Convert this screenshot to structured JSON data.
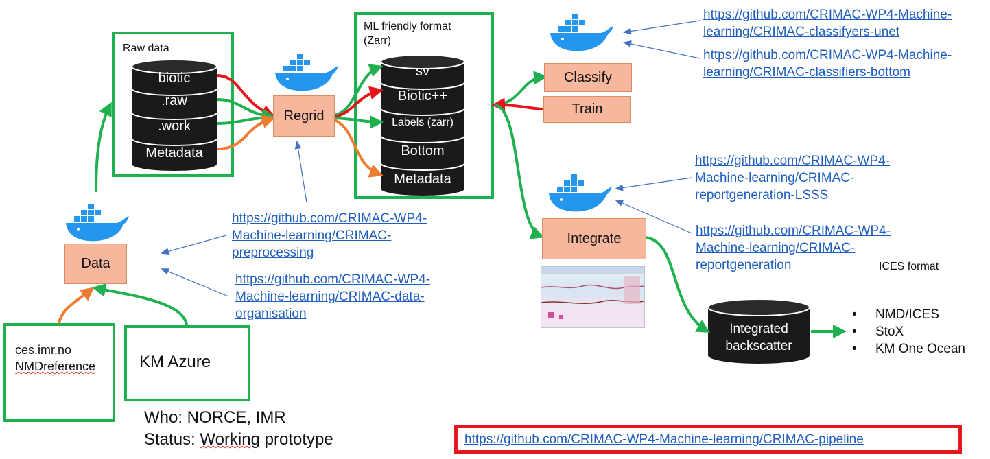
{
  "raw_data": {
    "title": "Raw data",
    "layers": [
      "biotic",
      ".raw",
      ".work",
      "Metadata"
    ]
  },
  "ml_format": {
    "title_line1": "ML friendly format",
    "title_line2": "(Zarr)",
    "layers": [
      "sv",
      "Biotic++",
      "Labels (zarr)",
      "Bottom",
      "Metadata"
    ]
  },
  "steps": {
    "regrid": "Regrid",
    "data": "Data",
    "classify": "Classify",
    "train": "Train",
    "integrate": "Integrate"
  },
  "sources": {
    "ces_line1": "ces.imr.no",
    "ces_line2": "NMDreference",
    "km_azure": "KM Azure"
  },
  "output": {
    "cylinder_line1": "Integrated",
    "cylinder_line2": "backscatter",
    "ices_format": "ICES format",
    "bullets": [
      "NMD/ICES",
      "StoX",
      "KM One Ocean"
    ]
  },
  "links": {
    "classifyers_unet": [
      "https://github.com/CRIMAC-WP4-Machine-",
      "learning/CRIMAC-classifyers-unet"
    ],
    "classifiers_bottom": [
      "https://github.com/CRIMAC-WP4-Machine-",
      "learning/CRIMAC-classifiers-bottom"
    ],
    "reportgeneration_lsss": [
      "https://github.com/CRIMAC-WP4-",
      "Machine-learning/CRIMAC-",
      "reportgeneration-LSSS"
    ],
    "reportgeneration": [
      "https://github.com/CRIMAC-WP4-",
      "Machine-learning/CRIMAC-",
      "reportgeneration"
    ],
    "preprocessing": [
      "https://github.com/CRIMAC-WP4-",
      "Machine-learning/CRIMAC-",
      "preprocessing"
    ],
    "data_organisation": [
      "https://github.com/CRIMAC-WP4-",
      "Machine-learning/CRIMAC-data-",
      "organisation"
    ],
    "pipeline": "https://github.com/CRIMAC-WP4-Machine-learning/CRIMAC-pipeline"
  },
  "footer": {
    "who": "Who: NORCE, IMR",
    "status_prefix": "Status: ",
    "status_word": "Working",
    "status_suffix": " prototype"
  },
  "colors": {
    "green": "#1fb050",
    "red": "#e8141b",
    "orange": "#ed7d31",
    "docker_blue": "#2496ed",
    "link_blue": "#1f5fbf",
    "cylinder": "#1a1a1a"
  }
}
